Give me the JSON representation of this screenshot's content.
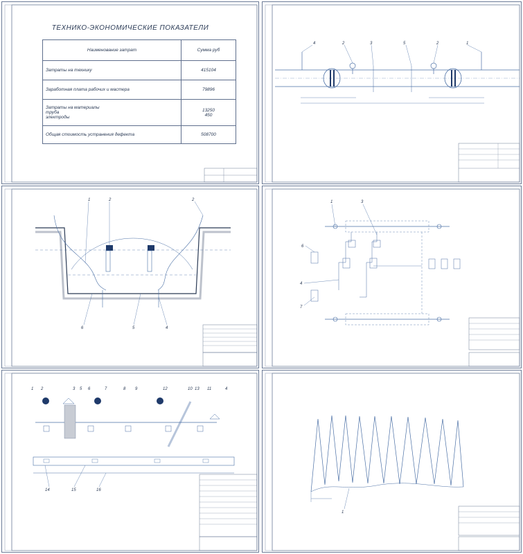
{
  "sheet1": {
    "title": "ТЕХНИКО-ЭКОНОМИЧЕСКИЕ ПОКАЗАТЕЛИ",
    "table": {
      "headers": [
        "Наименование затрат",
        "Сумма руб"
      ],
      "rows": [
        {
          "name": "Затраты на технику",
          "sum": "415104"
        },
        {
          "name": "Заработная плата рабочих и мастера",
          "sum": "79896"
        },
        {
          "name": "Затраты на материалы\nтруба\nэлектроды",
          "sum": "13250\n450"
        },
        {
          "name": "Общая стоимость устранения дефекта",
          "sum": "508700"
        }
      ]
    }
  },
  "sheet2": {
    "callouts": [
      "4",
      "2",
      "3",
      "5",
      "2",
      "1"
    ]
  },
  "sheet3": {
    "callouts": [
      "1",
      "2",
      "2",
      "6",
      "5",
      "4"
    ]
  },
  "sheet4": {
    "callouts": [
      "1",
      "3",
      "6",
      "4",
      "7"
    ]
  },
  "sheet5": {
    "callouts": [
      "1",
      "2",
      "3",
      "5",
      "6",
      "7",
      "8",
      "9",
      "12",
      "10",
      "13",
      "11",
      "4",
      "14",
      "15",
      "16"
    ]
  },
  "sheet6": {
    "callouts": [
      "1"
    ]
  },
  "colors": {
    "line": "#4a6fa5",
    "ink": "#2a3a55",
    "frame": "#6a7a96"
  }
}
